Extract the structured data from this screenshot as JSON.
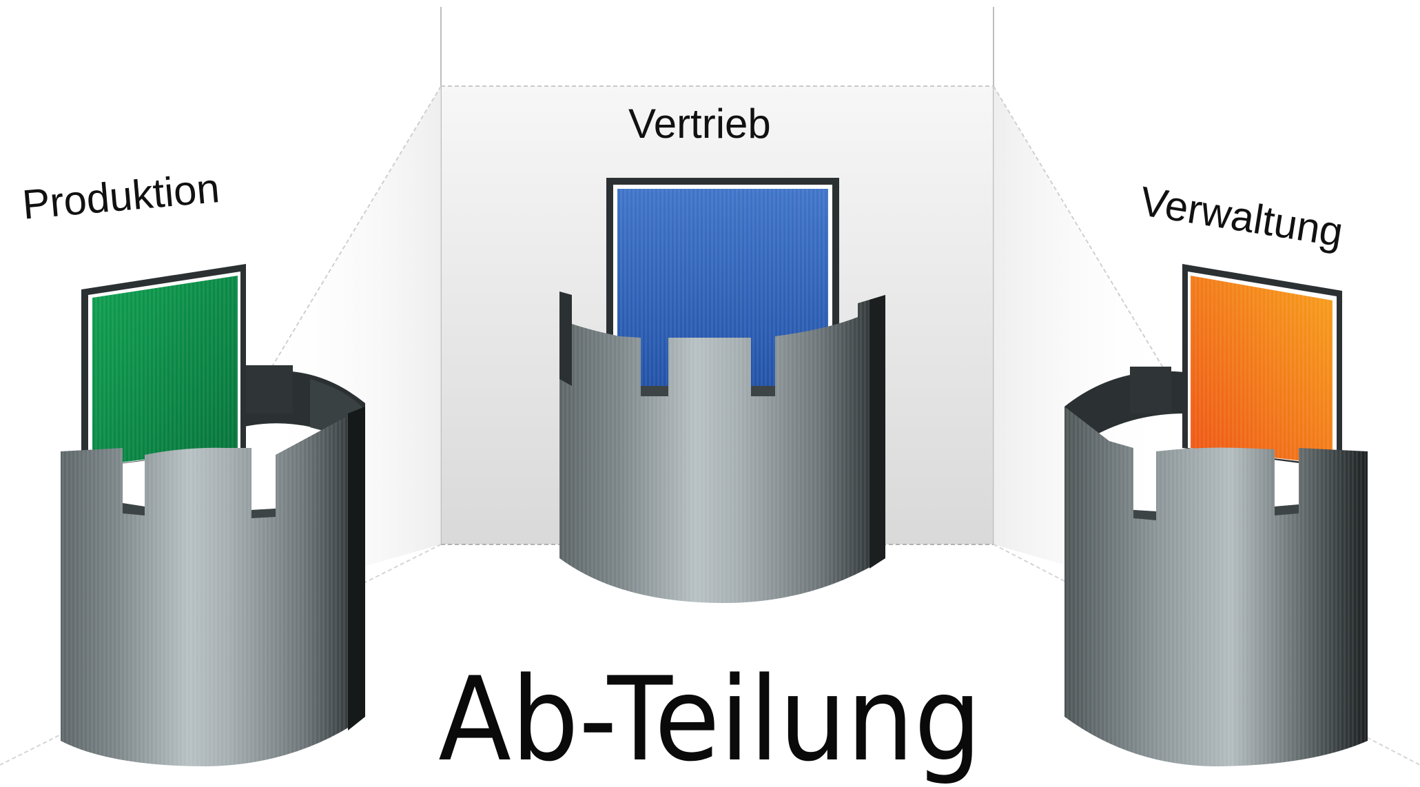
{
  "departments": {
    "left": {
      "label": "Produktion",
      "color": "#0a8a45",
      "icon": "green-folder-in-tower-icon"
    },
    "center": {
      "label": "Vertrieb",
      "color": "#2e62b8",
      "icon": "blue-folder-in-tower-icon"
    },
    "right": {
      "label": "Verwaltung",
      "color": "#f07a16",
      "icon": "orange-folder-in-tower-icon"
    }
  },
  "title": "Ab-Teilung"
}
